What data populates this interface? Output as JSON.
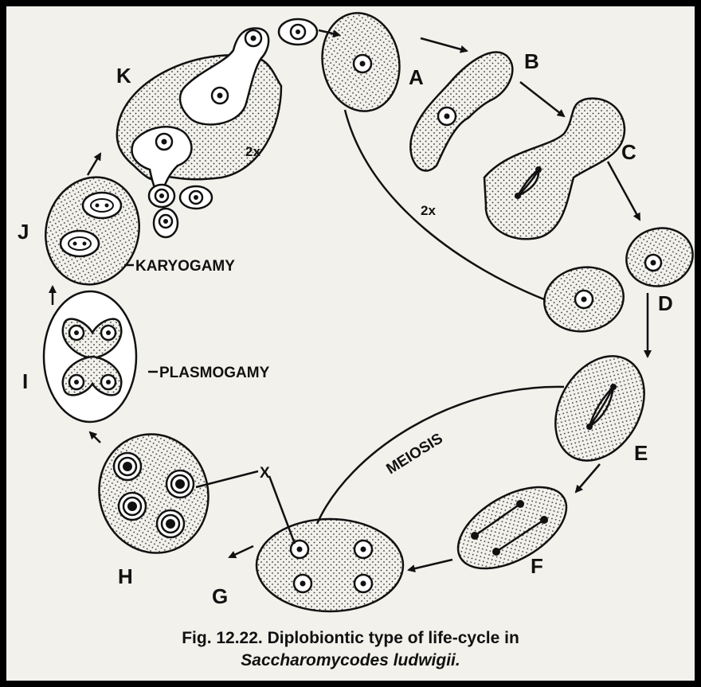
{
  "stages": {
    "a": "A",
    "b": "B",
    "c": "C",
    "d": "D",
    "e": "E",
    "f": "F",
    "g": "G",
    "h": "H",
    "i": "I",
    "j": "J",
    "k": "K"
  },
  "terms": {
    "karyogamy": "KARYOGAMY",
    "plasmogamy": "PLASMOGAMY",
    "meiosis": "MEIOSIS",
    "x_label": "X",
    "diploid_2x_top": "2x",
    "diploid_2x_left": "2x"
  },
  "caption": {
    "line1": "Fig. 12.22. Diplobiontic type of life-cycle in",
    "line2": "Saccharomycodes ludwigii."
  }
}
